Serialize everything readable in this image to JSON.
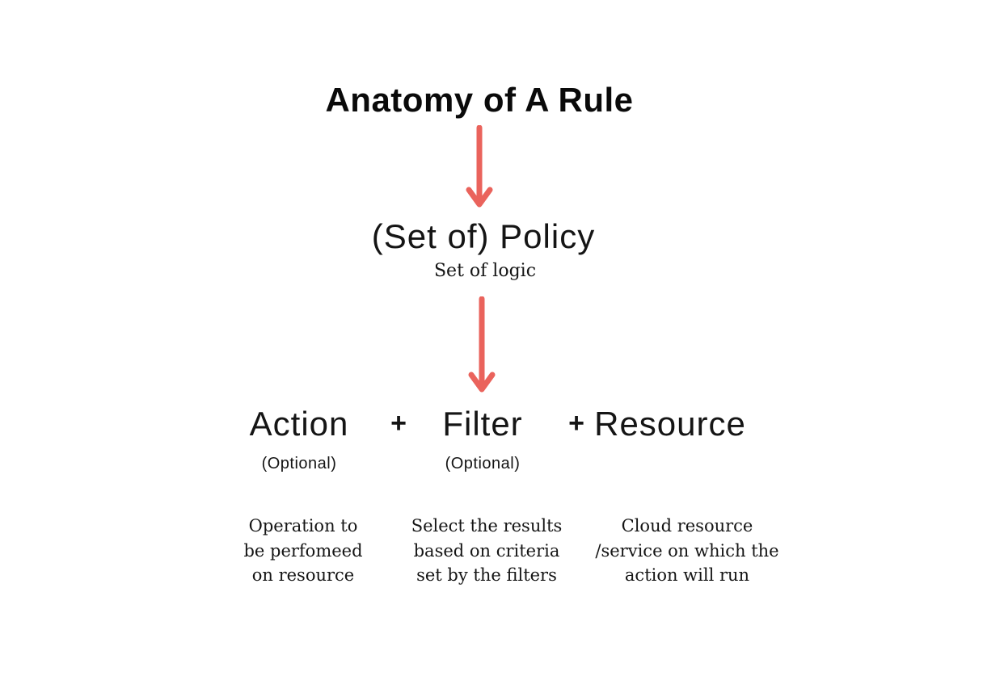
{
  "title": "Anatomy of A Rule",
  "colors": {
    "arrow": "#ea635c",
    "text": "#151515"
  },
  "policy": {
    "label": "(Set of) Policy",
    "sublabel": "Set of logic"
  },
  "formula": {
    "plus1": "+",
    "plus2": "+",
    "items": [
      {
        "label": "Action",
        "note": "(Optional)",
        "description": "Operation to\nbe perfomeed\non resource"
      },
      {
        "label": "Filter",
        "note": "(Optional)",
        "description": "Select the results\nbased on criteria\nset by the filters"
      },
      {
        "label": "Resource",
        "description": "Cloud resource\n/service on which the\naction will run"
      }
    ]
  }
}
